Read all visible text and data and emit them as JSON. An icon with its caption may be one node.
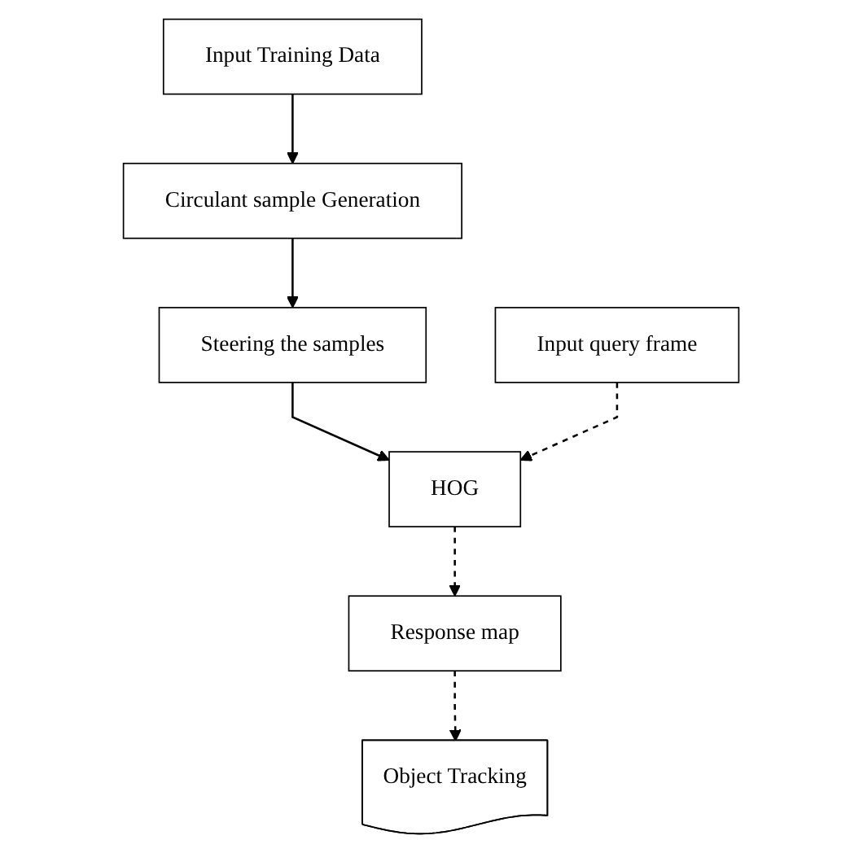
{
  "diagram": {
    "nodes": [
      {
        "text": [
          "Input Training Data"
        ]
      },
      {
        "text": [
          "Circulant sample Generation"
        ]
      },
      {
        "text": [
          "Steering the samples"
        ]
      },
      {
        "text": [
          "HOG"
        ]
      },
      {
        "text": [
          "Input query frame"
        ]
      },
      {
        "text": [
          "Response map"
        ]
      },
      {
        "text": [
          "Object Tracking"
        ]
      }
    ],
    "edges": [
      {
        "from": 0,
        "to": 1,
        "arrow": "to"
      },
      {
        "from": 1,
        "to": 2,
        "arrow": "to"
      },
      {
        "from": 2,
        "to": 3,
        "arrow": "to"
      },
      {
        "from": 4,
        "to": 3,
        "arrow": "to",
        "style": "dashed"
      },
      {
        "from": 3,
        "to": 5,
        "arrow": "to",
        "style": "dashed"
      },
      {
        "from": 5,
        "to": 6,
        "arrow": "to",
        "style": "dashed"
      }
    ]
  }
}
